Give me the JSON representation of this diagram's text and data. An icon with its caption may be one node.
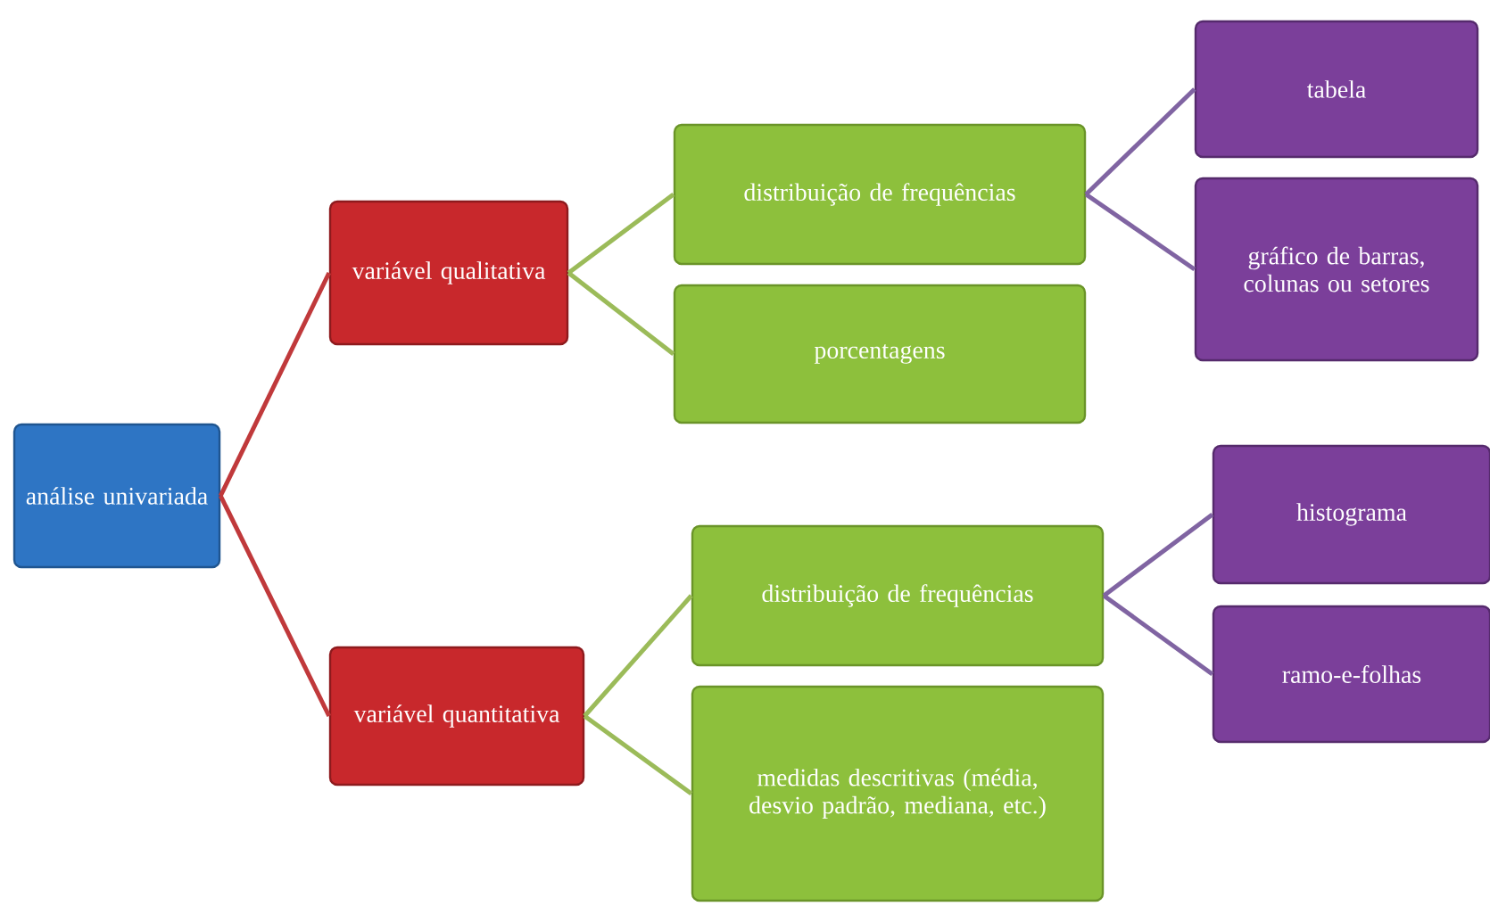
{
  "diagram": {
    "nodes": [
      {
        "text": [
          "análise univariada"
        ]
      },
      {
        "text": [
          "variável qualitativa"
        ]
      },
      {
        "text": [
          "variável quantitativa"
        ]
      },
      {
        "text": [
          "distribuição de frequências"
        ]
      },
      {
        "text": [
          "porcentagens"
        ]
      },
      {
        "text": [
          "distribuição de frequências"
        ]
      },
      {
        "text": [
          "medidas descritivas (média, desvio padrão, mediana, etc.)"
        ]
      },
      {
        "text": [
          "tabela"
        ]
      },
      {
        "text": [
          "gráfico de barras, colunas ou setores"
        ]
      },
      {
        "text": [
          "histograma"
        ]
      },
      {
        "text": [
          "ramo-e-folhas"
        ]
      }
    ],
    "edges": [
      {
        "from": 0,
        "to": 1,
        "arrow": "none",
        "color": "#c0393b"
      },
      {
        "from": 0,
        "to": 2,
        "arrow": "none",
        "color": "#c0393b"
      },
      {
        "from": 1,
        "to": 3,
        "arrow": "none",
        "color": "#9bbb59"
      },
      {
        "from": 1,
        "to": 4,
        "arrow": "none",
        "color": "#9bbb59"
      },
      {
        "from": 2,
        "to": 5,
        "arrow": "none",
        "color": "#9bbb59"
      },
      {
        "from": 2,
        "to": 6,
        "arrow": "none",
        "color": "#9bbb59"
      },
      {
        "from": 3,
        "to": 7,
        "arrow": "none",
        "color": "#8064a2"
      },
      {
        "from": 3,
        "to": 8,
        "arrow": "none",
        "color": "#8064a2"
      },
      {
        "from": 5,
        "to": 9,
        "arrow": "none",
        "color": "#8064a2"
      },
      {
        "from": 5,
        "to": 10,
        "arrow": "none",
        "color": "#8064a2"
      }
    ]
  }
}
